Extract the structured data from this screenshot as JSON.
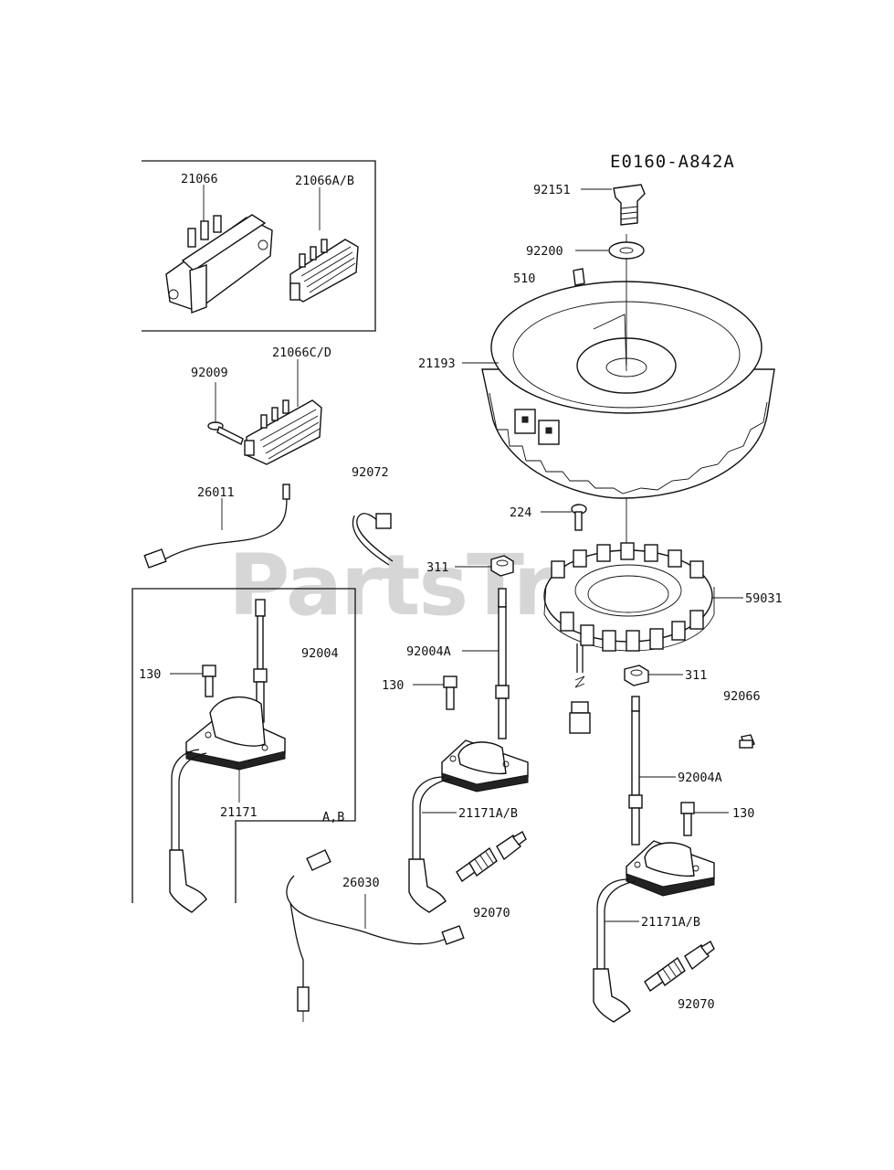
{
  "diagram_code": "E0160-A842A",
  "watermark": "PartsTree",
  "callouts": {
    "c21066": "21066",
    "c21066AB": "21066A/B",
    "c92009": "92009",
    "c21066CD": "21066C/D",
    "c26011": "26011",
    "c92072": "92072",
    "c92004": "92004",
    "c130a": "130",
    "c21171": "21171",
    "cAB": "A,B",
    "c92151": "92151",
    "c92200": "92200",
    "c510": "510",
    "c21193": "21193",
    "c224": "224",
    "c311a": "311",
    "c92004Aa": "92004A",
    "c130b": "130",
    "c59031": "59031",
    "c311b": "311",
    "c92066": "92066",
    "c92004Ab": "92004A",
    "c130c": "130",
    "c21171ABa": "21171A/B",
    "c26030": "26030",
    "c92070a": "92070",
    "c21171ABb": "21171A/B",
    "c92070b": "92070"
  }
}
